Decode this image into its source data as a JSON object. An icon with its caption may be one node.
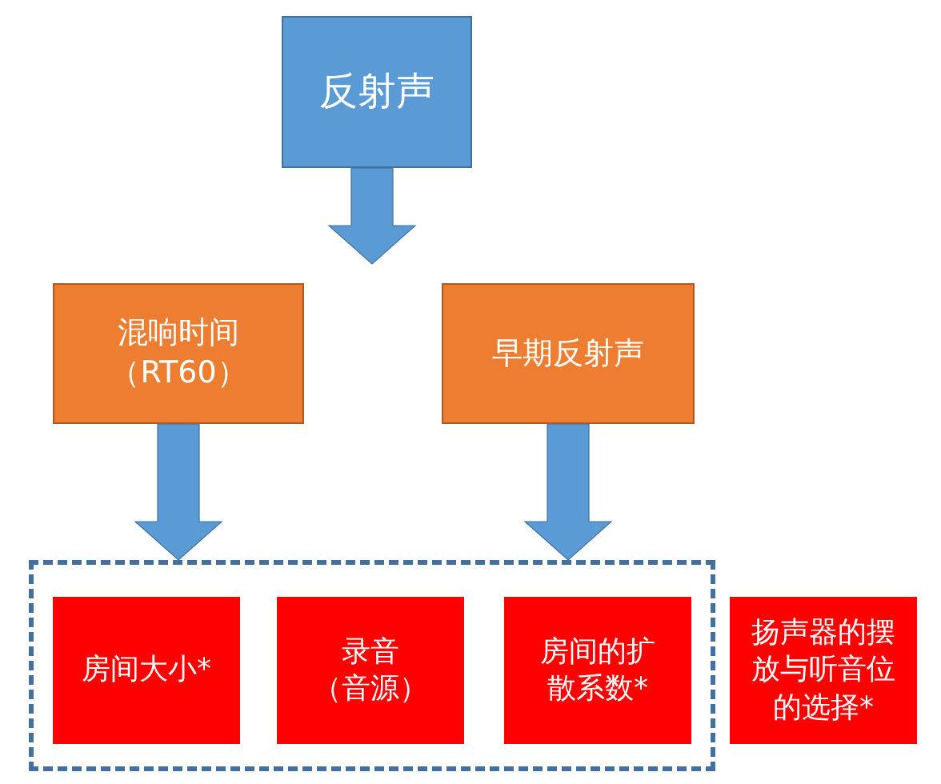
{
  "diagram": {
    "nodes": [
      {
        "text": [
          "反射声"
        ]
      },
      {
        "text": [
          "混响时间（RT60）"
        ]
      },
      {
        "text": [
          "早期反射声"
        ]
      },
      {
        "text": [],
        "shape": "box"
      },
      {
        "text": [
          "房间大小*"
        ],
        "in": 3
      },
      {
        "text": [
          "录音（音源）"
        ],
        "in": 3
      },
      {
        "text": [
          "房间的扩散系数*"
        ],
        "in": 3
      },
      {
        "text": [
          "扬声器的摆放与听音位的选择*"
        ]
      }
    ],
    "edges": [
      {
        "from": 0,
        "to": null,
        "arrow": "to"
      },
      {
        "from": 1,
        "to": 3,
        "arrow": "to"
      },
      {
        "from": 2,
        "to": 3,
        "arrow": "to"
      }
    ]
  }
}
